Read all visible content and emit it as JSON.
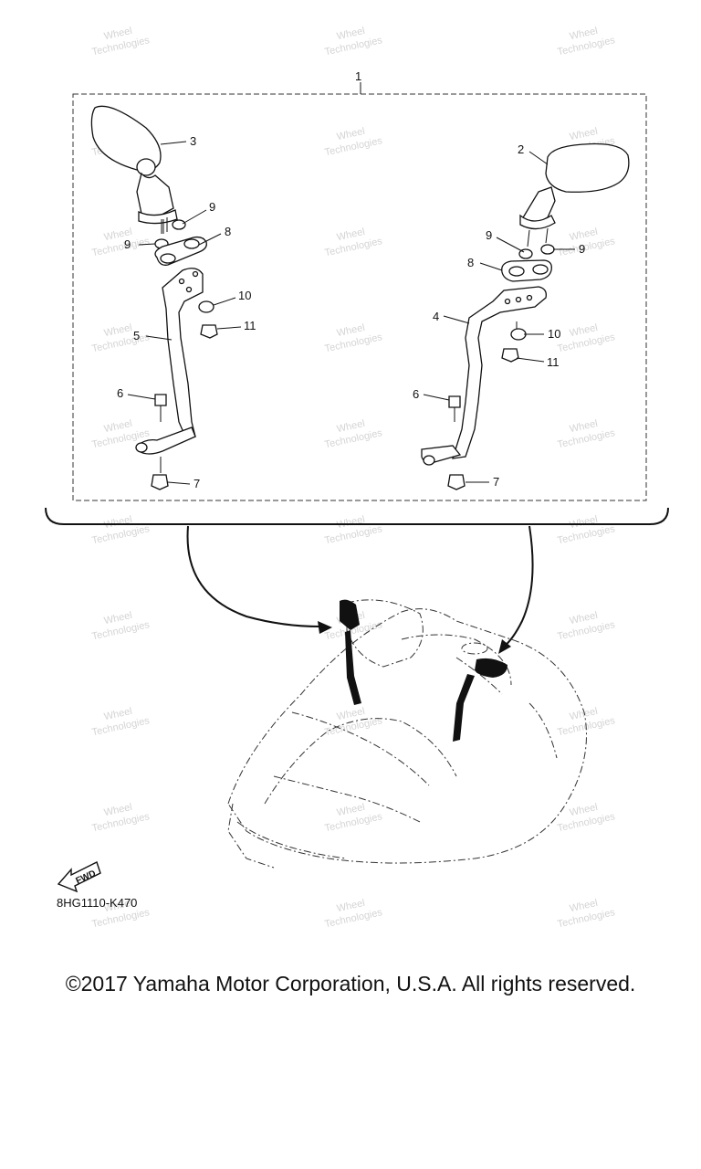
{
  "watermark": {
    "line1": "Wheel",
    "line2": "Technologies"
  },
  "callouts": [
    {
      "id": "1",
      "text": "1"
    },
    {
      "id": "2",
      "text": "2"
    },
    {
      "id": "3",
      "text": "3"
    },
    {
      "id": "4",
      "text": "4"
    },
    {
      "id": "5",
      "text": "5"
    },
    {
      "id": "6",
      "text": "6"
    },
    {
      "id": "7",
      "text": "7"
    },
    {
      "id": "8",
      "text": "8"
    },
    {
      "id": "9",
      "text": "9"
    },
    {
      "id": "10",
      "text": "10"
    },
    {
      "id": "11",
      "text": "11"
    }
  ],
  "fwd_label": "FWD",
  "diagram_code": "8HG1110-K470",
  "copyright": "©2017 Yamaha Motor Corporation, U.S.A. All rights reserved."
}
